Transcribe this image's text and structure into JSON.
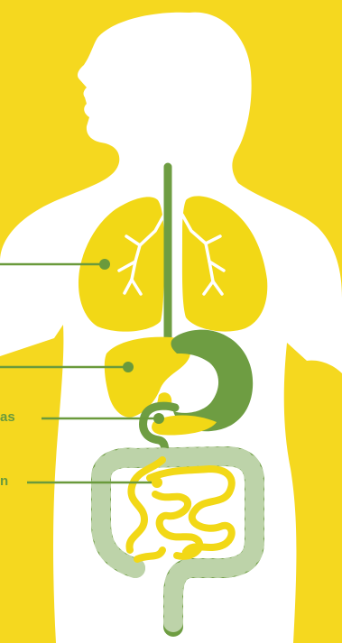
{
  "colors": {
    "background": "#f5d81f",
    "body": "#ffffff",
    "organ_yellow": "#f2d816",
    "organ_green": "#6e9d42",
    "leader_line": "#6a9a3c"
  },
  "labels": {
    "pancreas_fragment": "as",
    "colon_fragment": "n"
  },
  "markers": [
    {
      "organ": "lungs",
      "icon": "dot-marker"
    },
    {
      "organ": "liver",
      "icon": "dot-marker"
    },
    {
      "organ": "pancreas",
      "icon": "dot-marker"
    },
    {
      "organ": "small-intestine",
      "icon": "dot-marker"
    }
  ]
}
